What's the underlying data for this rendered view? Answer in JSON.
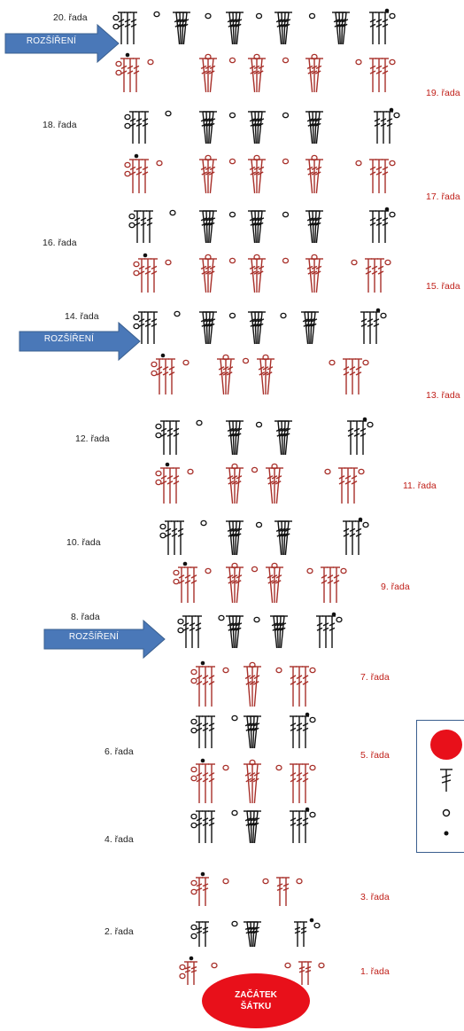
{
  "row_labels": {
    "r1": "1. řada",
    "r2": "2. řada",
    "r3": "3. řada",
    "r4": "4. řada",
    "r5": "5. řada",
    "r6": "6. řada",
    "r7": "7. řada",
    "r8": "8. řada",
    "r9": "9. řada",
    "r10": "10. řada",
    "r11": "11. řada",
    "r12": "12. řada",
    "r13": "13. řada",
    "r14": "14. řada",
    "r15": "15. řada",
    "r16": "16. řada",
    "r17": "17. řada",
    "r18": "18. řada",
    "r19": "19. řada",
    "r20": "20. řada"
  },
  "arrows": {
    "top": "ROZŠÍŘENÍ",
    "middle": "ROZŠÍŘENÍ",
    "bottom": "ROZŠÍŘENÍ"
  },
  "start": {
    "line1": "ZAČÁTEK",
    "line2": "ŠÁTKU"
  },
  "legend": {
    "symbols": [
      "red-oval-icon",
      "treble-crochet-icon",
      "chain-stitch-icon",
      "slip-stitch-icon"
    ]
  },
  "colors": {
    "odd_rows": "#a8302a",
    "even_rows": "#111111",
    "start": "#e8101a",
    "arrow": "#4a78b8",
    "legend_border": "#3a5f8f"
  }
}
